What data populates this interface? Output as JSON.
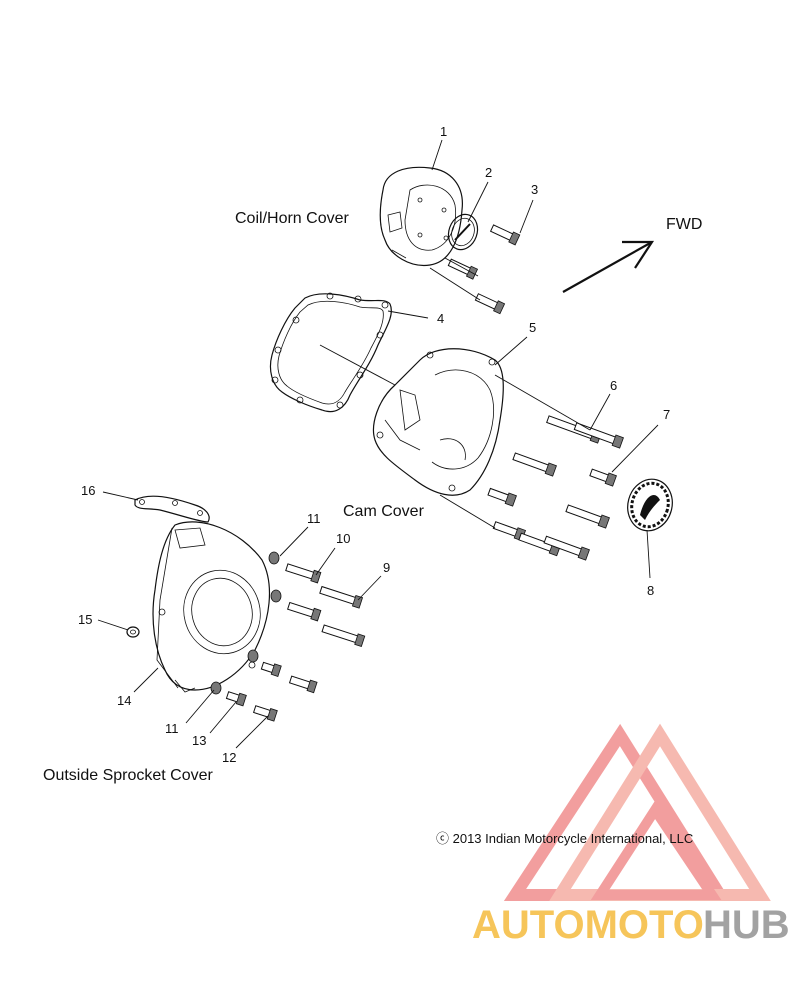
{
  "title_labels": {
    "coil_horn_cover": "Coil/Horn Cover",
    "cam_cover": "Cam Cover",
    "outside_sprocket_cover": "Outside Sprocket Cover",
    "fwd": "FWD"
  },
  "callouts": {
    "c1": "1",
    "c2": "2",
    "c3": "3",
    "c4": "4",
    "c5": "5",
    "c6": "6",
    "c7": "7",
    "c8": "8",
    "c9": "9",
    "c10": "10",
    "c11a": "11",
    "c11b": "11",
    "c12": "12",
    "c13": "13",
    "c14": "14",
    "c15": "15",
    "c16": "16"
  },
  "copyright": "ⓒ 2013 Indian Motorcycle International, LLC",
  "watermark": {
    "part1": "AUTOMOTO",
    "part2": "HUB",
    "color1": "#f5b731",
    "color2": "#e8504f",
    "color3": "#8c8c8c"
  }
}
